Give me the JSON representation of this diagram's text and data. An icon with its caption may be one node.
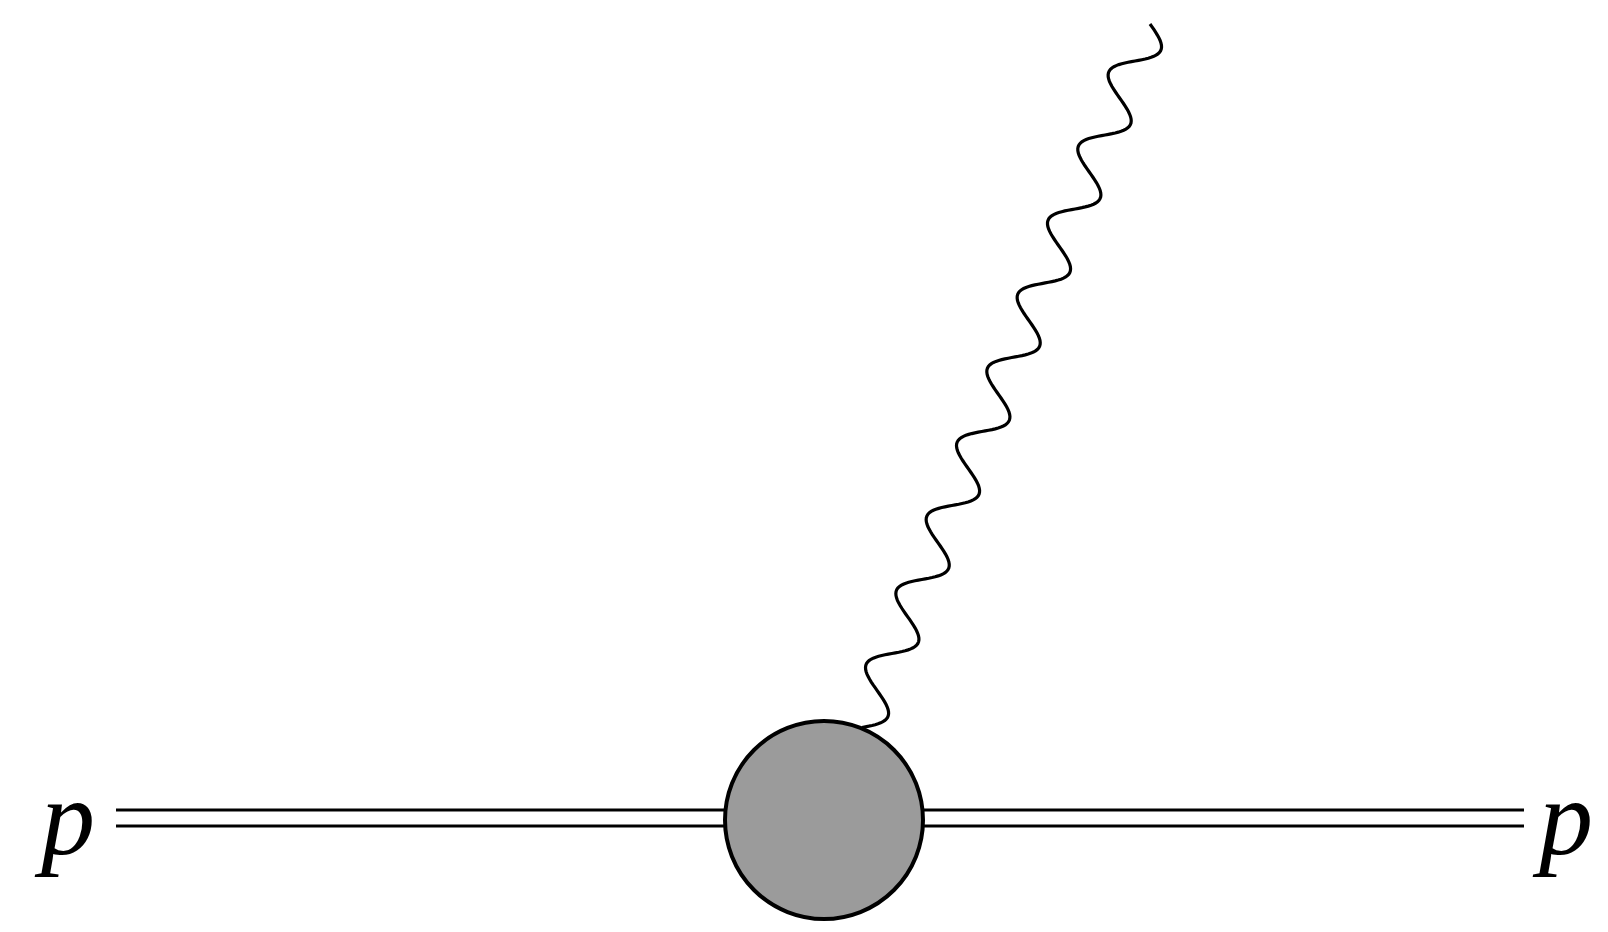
{
  "diagram": {
    "nodes": [
      {
        "text": [
          "p"
        ]
      },
      {
        "text": [],
        "shape": "circle"
      },
      {
        "text": [
          "p"
        ]
      }
    ],
    "edges": [
      {
        "from": 0,
        "to": 1,
        "arrow": "none"
      },
      {
        "from": 1,
        "to": 2,
        "arrow": "none"
      },
      {
        "from": 1,
        "to": null,
        "arrow": "none"
      }
    ]
  }
}
